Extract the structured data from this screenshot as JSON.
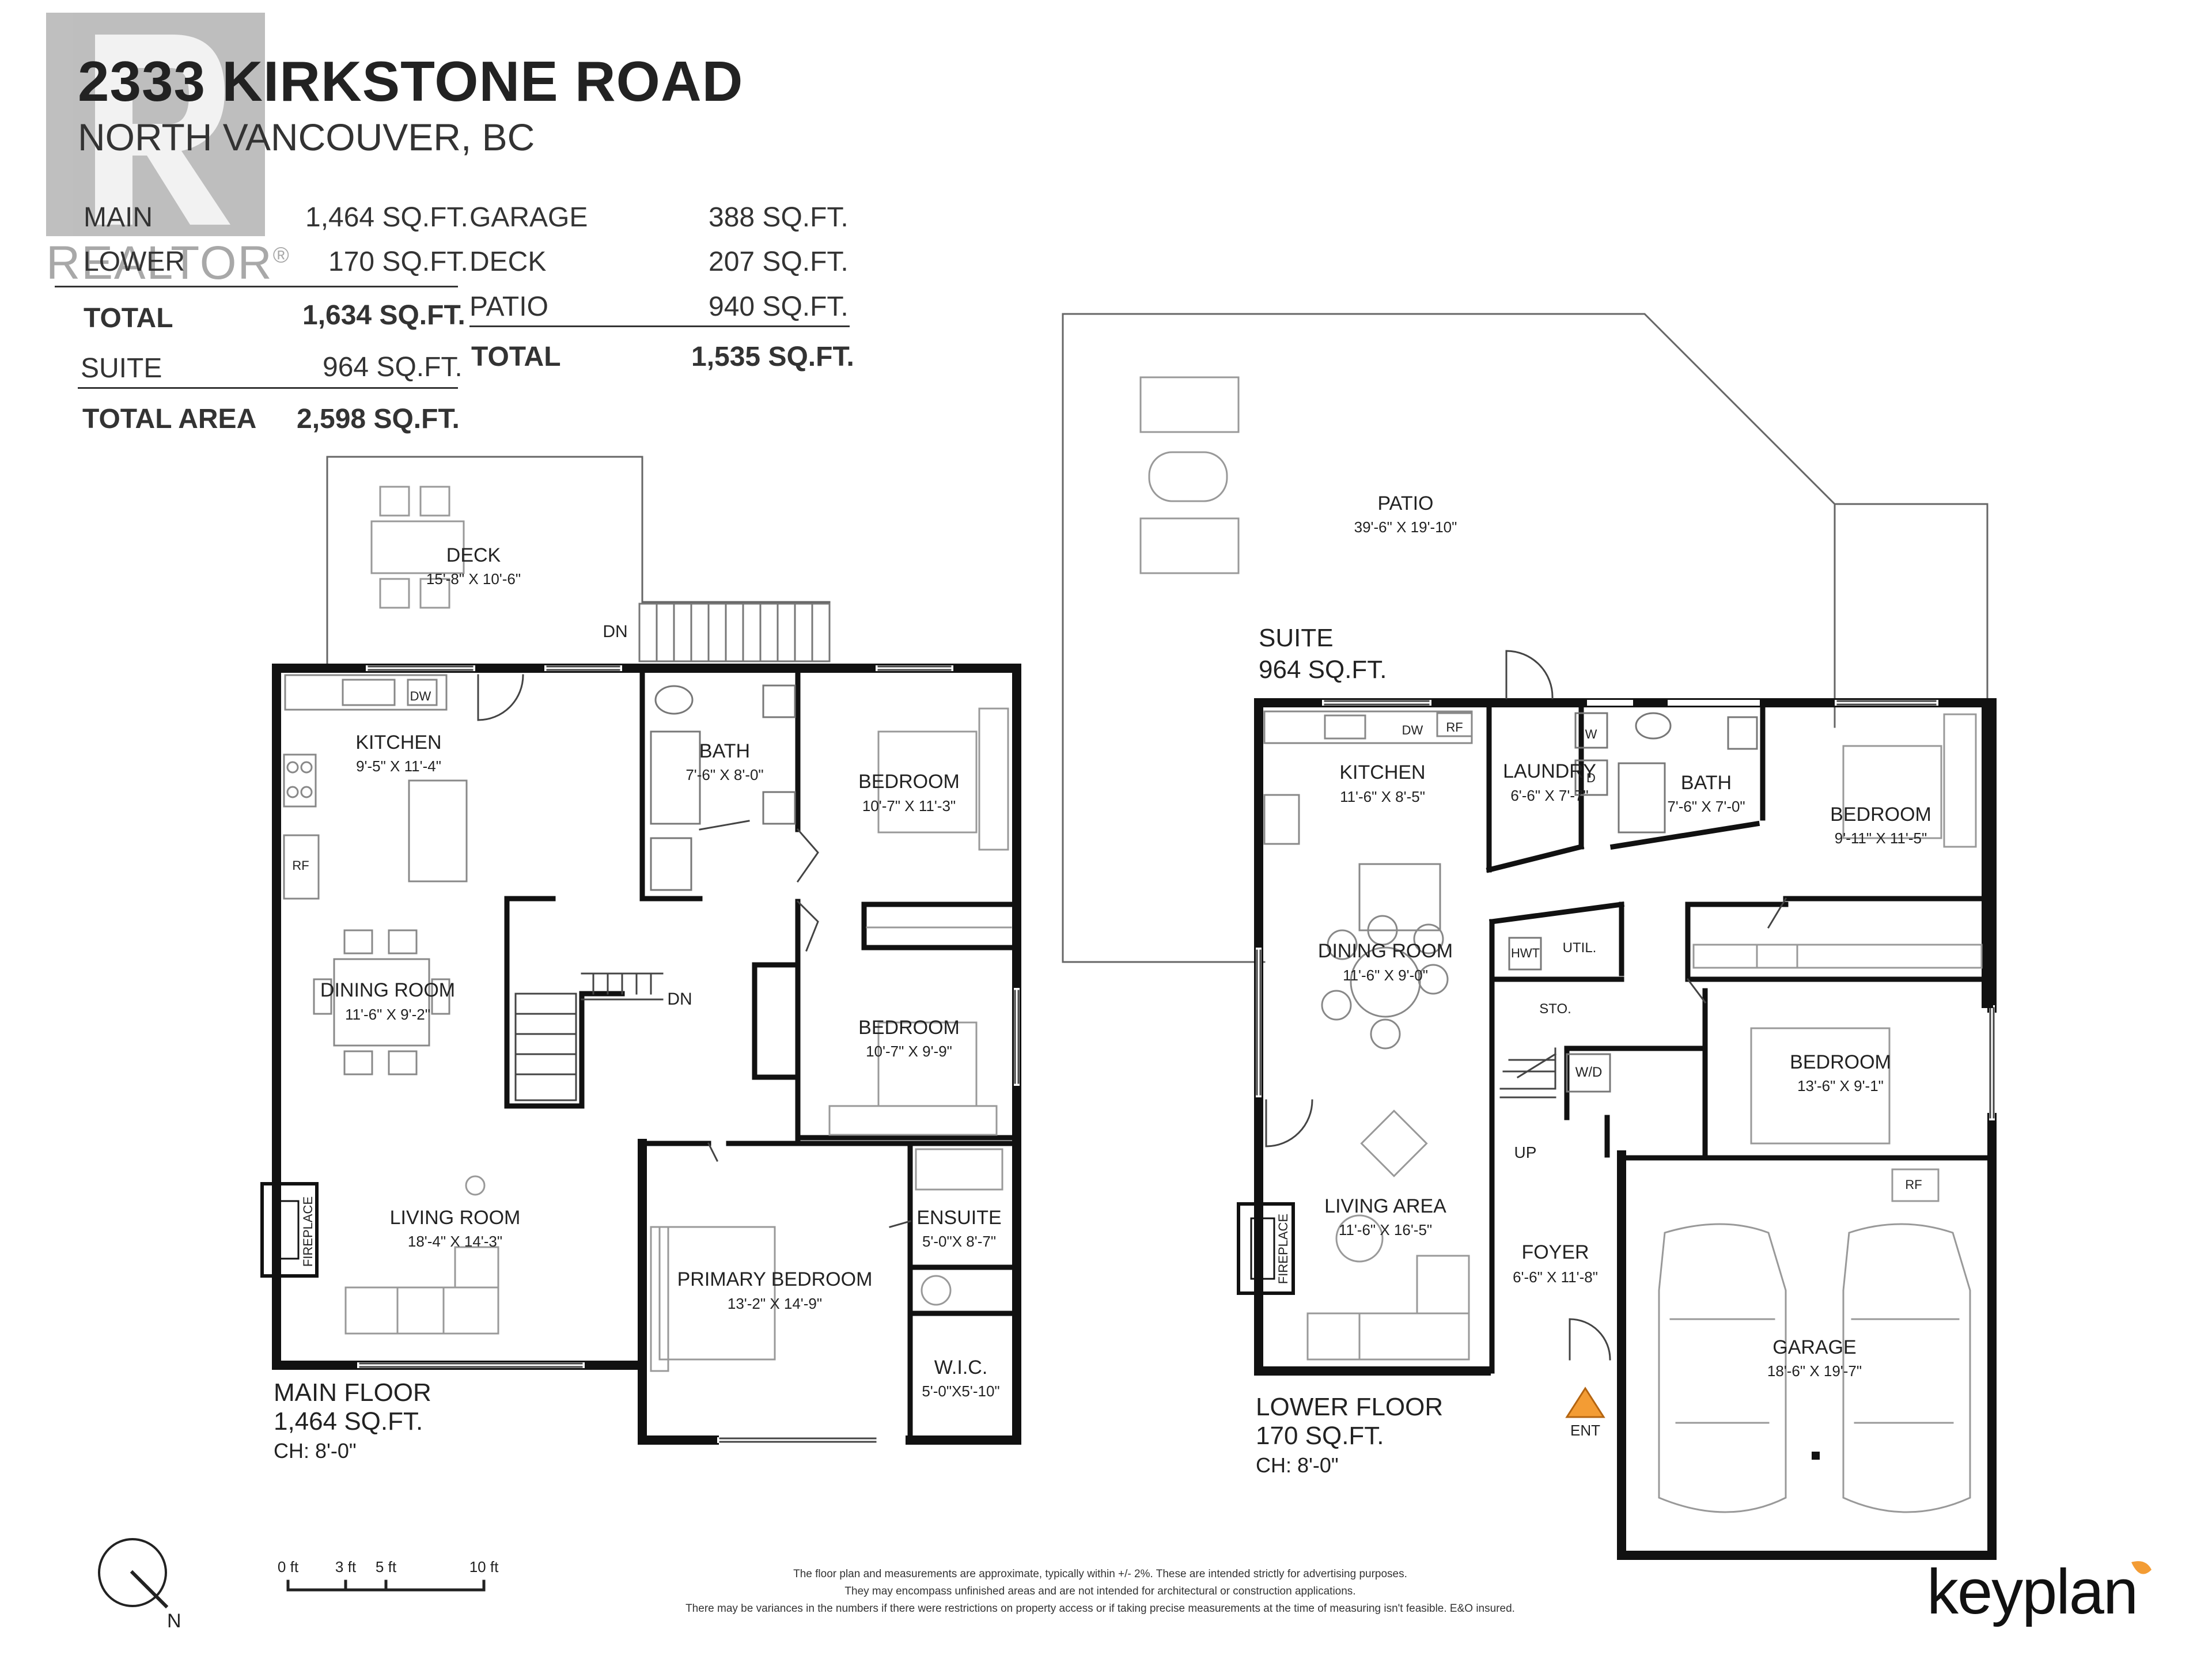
{
  "header": {
    "address": "2333 KIRKSTONE ROAD",
    "city": "NORTH VANCOUVER, BC"
  },
  "watermark": {
    "brand": "REALTOR",
    "mark": "®"
  },
  "area_table": {
    "left": [
      {
        "label": "MAIN",
        "value": "1,464 SQ.FT."
      },
      {
        "label": "LOWER",
        "value": "170 SQ.FT."
      },
      {
        "label": "TOTAL",
        "value": "1,634 SQ.FT."
      },
      {
        "label": "SUITE",
        "value": "964 SQ.FT."
      },
      {
        "label": "TOTAL AREA",
        "value": "2,598 SQ.FT."
      }
    ],
    "right": [
      {
        "label": "GARAGE",
        "value": "388 SQ.FT."
      },
      {
        "label": "DECK",
        "value": "207 SQ.FT."
      },
      {
        "label": "PATIO",
        "value": "940 SQ.FT."
      },
      {
        "label": "TOTAL",
        "value": "1,535 SQ.FT."
      }
    ]
  },
  "main_floor": {
    "label": "MAIN FLOOR",
    "area": "1,464 SQ.FT.",
    "ceiling": "CH: 8'-0\"",
    "rooms": [
      {
        "name": "DECK",
        "dims": "15'-8\" X 10'-6\""
      },
      {
        "name": "KITCHEN",
        "dims": "9'-5\" X 11'-4\""
      },
      {
        "name": "BATH",
        "dims": "7'-6\" X 8'-0\""
      },
      {
        "name": "BEDROOM",
        "dims": "10'-7\" X 11'-3\""
      },
      {
        "name": "DINING ROOM",
        "dims": "11'-6\" X 9'-2\""
      },
      {
        "name": "BEDROOM",
        "dims": "10'-7\" X 9'-9\""
      },
      {
        "name": "LIVING ROOM",
        "dims": "18'-4\" X 14'-3\""
      },
      {
        "name": "ENSUITE",
        "dims": "5'-0\"X 8'-7\""
      },
      {
        "name": "PRIMARY BEDROOM",
        "dims": "13'-2\" X 14'-9\""
      },
      {
        "name": "W.I.C.",
        "dims": "5'-0\"X5'-10\""
      }
    ],
    "marks": {
      "dn_deck": "DN",
      "dn_stair": "DN",
      "dw": "DW",
      "rf": "RF",
      "fireplace": "FIREPLACE"
    }
  },
  "lower_floor": {
    "label": "LOWER FLOOR",
    "area": "170 SQ.FT.",
    "ceiling": "CH: 8'-0\"",
    "suite_label": "SUITE",
    "suite_area": "964 SQ.FT.",
    "rooms": [
      {
        "name": "PATIO",
        "dims": "39'-6\" X 19'-10\""
      },
      {
        "name": "KITCHEN",
        "dims": "11'-6\" X 8'-5\""
      },
      {
        "name": "LAUNDRY",
        "dims": "6'-6\" X 7'-7\""
      },
      {
        "name": "BATH",
        "dims": "7'-6\" X 7'-0\""
      },
      {
        "name": "BEDROOM",
        "dims": "9'-11\" X 11'-5\""
      },
      {
        "name": "DINING ROOM",
        "dims": "11'-6\" X 9'-0\""
      },
      {
        "name": "BEDROOM",
        "dims": "13'-6\" X 9'-1\""
      },
      {
        "name": "LIVING AREA",
        "dims": "11'-6\" X 16'-5\""
      },
      {
        "name": "FOYER",
        "dims": "6'-6\" X 11'-8\""
      },
      {
        "name": "GARAGE",
        "dims": "18'-6\" X 19'-7\""
      }
    ],
    "marks": {
      "util": "UTIL.",
      "hwt": "HWT",
      "sto": "STO.",
      "wd": "W/D",
      "up": "UP",
      "ent": "ENT",
      "dw": "DW",
      "rf": "RF",
      "rf_garage": "RF",
      "w": "W",
      "d": "D",
      "fireplace": "FIREPLACE"
    }
  },
  "compass": {
    "label": "N"
  },
  "scale_bar": {
    "labels": [
      "0 ft",
      "3 ft",
      "5 ft",
      "10 ft"
    ]
  },
  "disclaimer": [
    "The floor plan and measurements are approximate, typically within +/- 2%. These are intended strictly for advertising purposes.",
    "They may encompass unfinished areas and are not intended for architectural or construction applications.",
    "There may be variances in the numbers if there were restrictions on property access or if taking precise measurements at the time of measuring isn't feasible. E&O insured."
  ],
  "brand": {
    "name": "keyplan",
    "accent": "#f39c34"
  },
  "colors": {
    "wall": "#111111",
    "furniture": "#9a9a9a",
    "accent": "#f39c34"
  }
}
